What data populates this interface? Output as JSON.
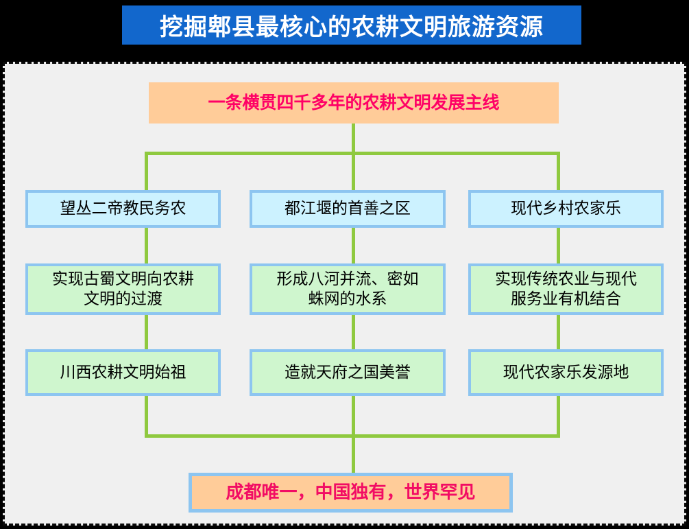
{
  "banner": {
    "title": "挖掘郫县最核心的农耕文明旅游资源"
  },
  "diagram": {
    "root": "一条横贯四千多年的农耕文明发展主线",
    "columns": [
      {
        "top": "望丛二帝教民务农",
        "middle": "实现古蜀文明向农耕\n文明的过渡",
        "bottom": "川西农耕文明始祖"
      },
      {
        "top": "都江堰的首善之区",
        "middle": "形成八河并流、密如\n蛛网的水系",
        "bottom": "造就天府之国美誉"
      },
      {
        "top": "现代乡村农家乐",
        "middle": "实现传统农业与现代\n服务业有机结合",
        "bottom": "现代农家乐发源地"
      }
    ],
    "conclusion": "成都唯一，中国独有，世界罕见"
  },
  "colors": {
    "page_background": "#000000",
    "panel_background": "#F0F0F0",
    "panel_border": "#0A0A0A",
    "banner_background": "#1267CC",
    "banner_text": "#FFFFFF",
    "root_background": "#FFCC99",
    "root_text": "#FF0066",
    "stage_box_background": "#CCF2FF",
    "detail_box_background": "#CFF6CE",
    "box_border": "#8DC5F0",
    "connector": "#8FC93F",
    "conclusion_background": "#FFCC99",
    "conclusion_text": "#F20C64"
  }
}
